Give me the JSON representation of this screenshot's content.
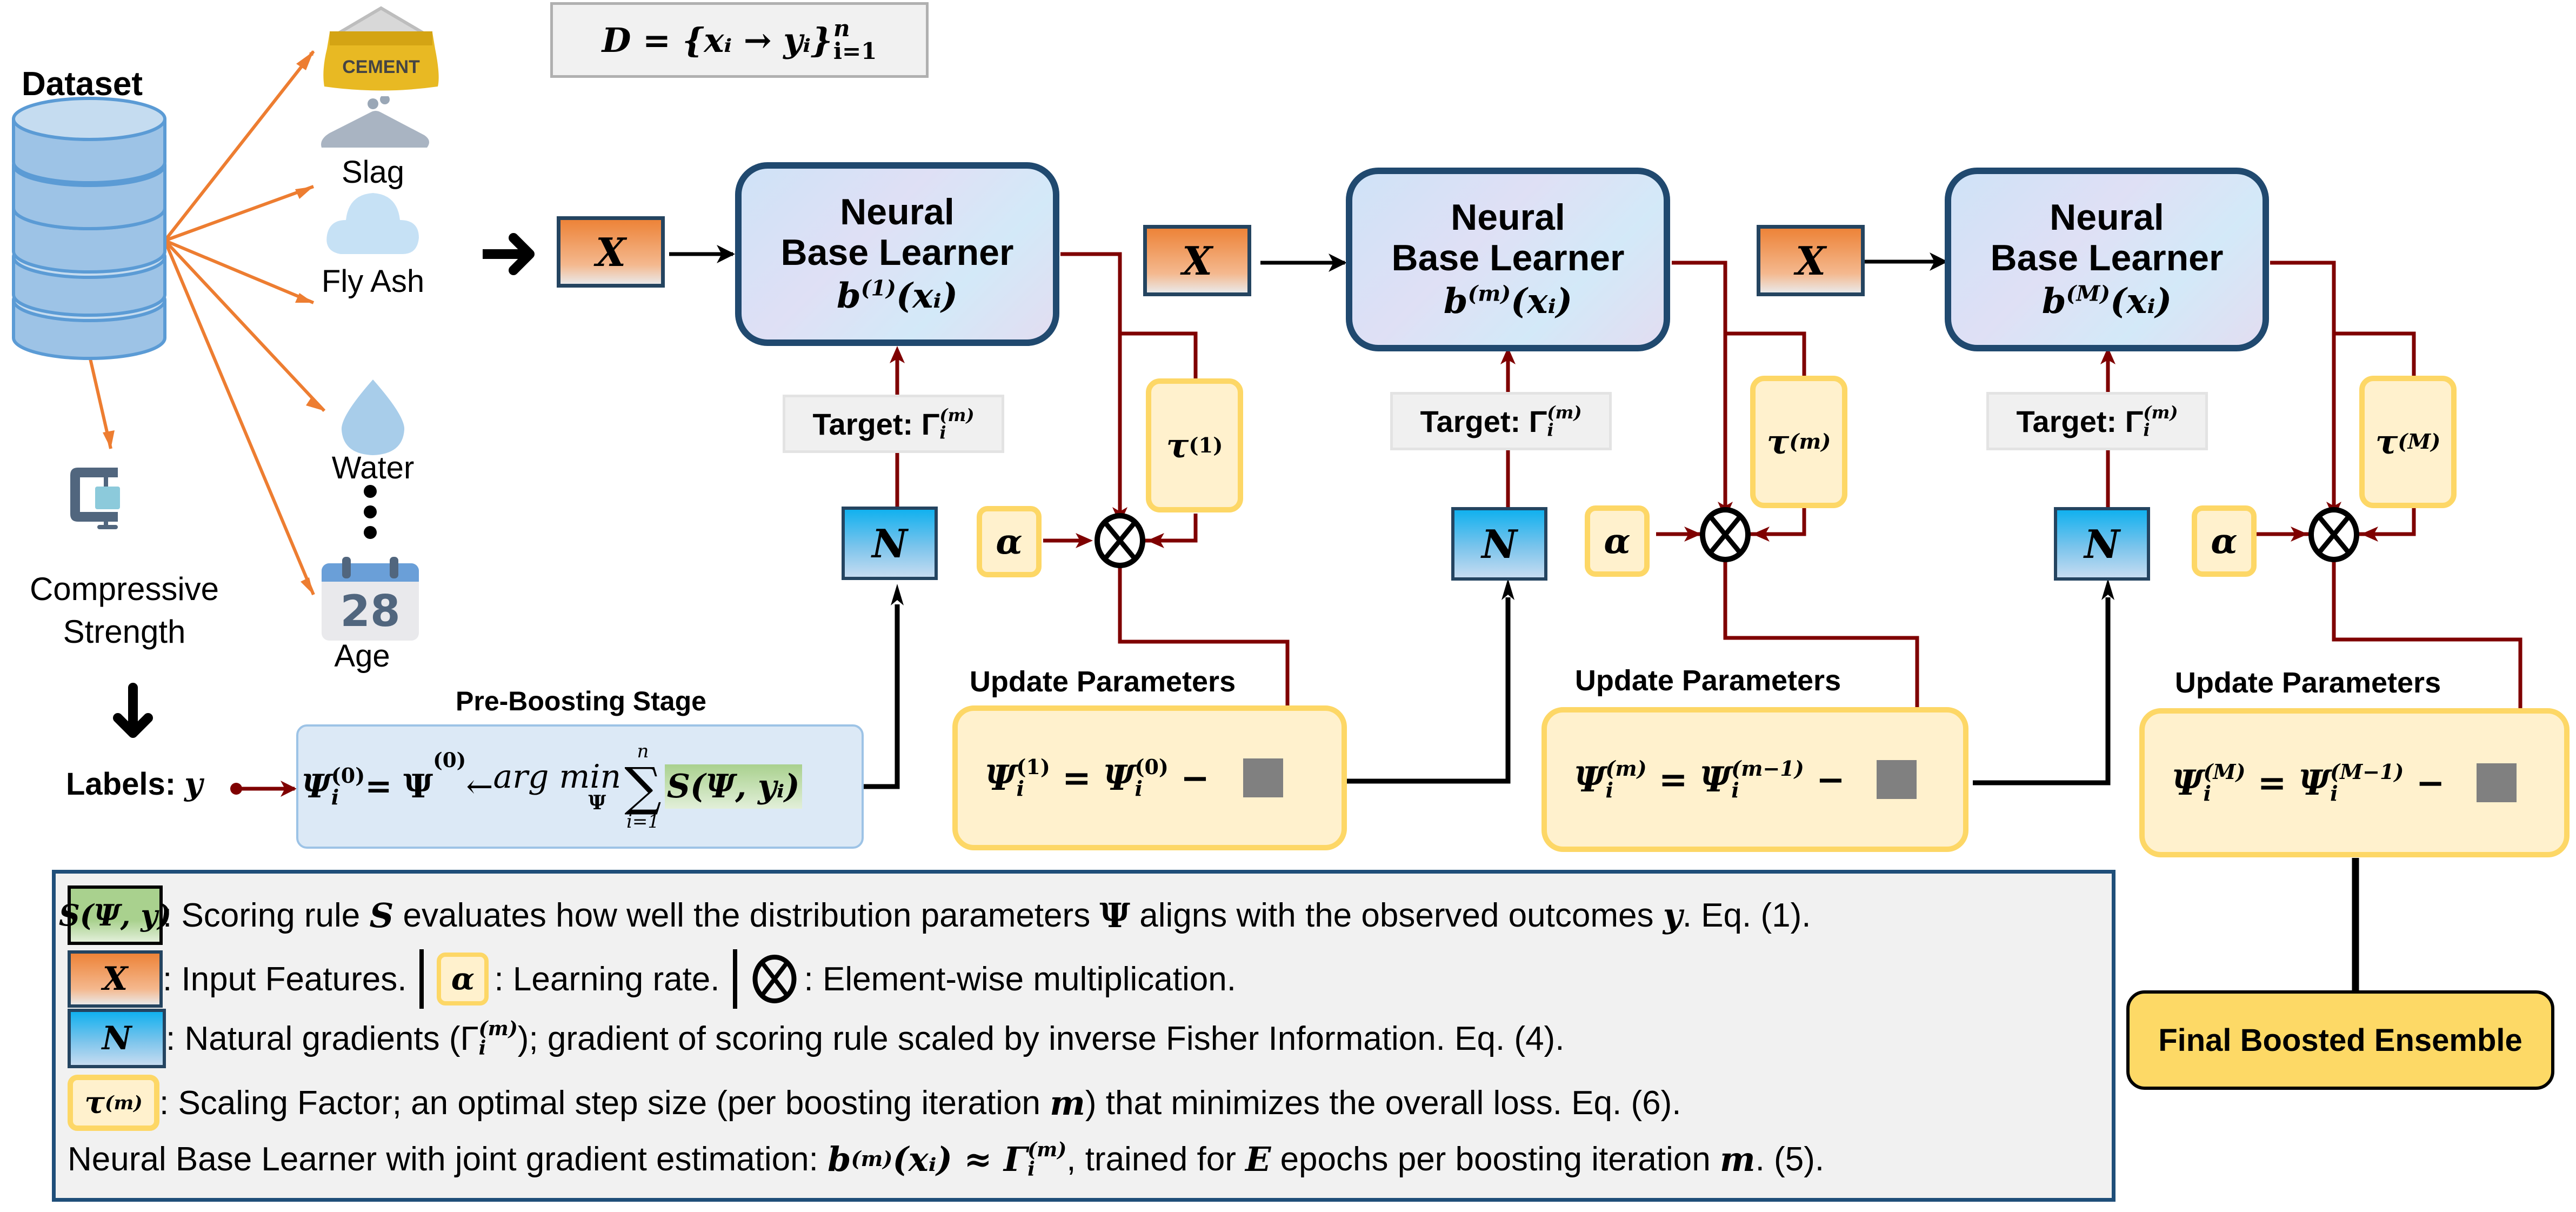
{
  "dataset": {
    "title": "Dataset",
    "equation": "D = {xᵢ → yᵢ}",
    "equation_sup": "n",
    "equation_sub": "i=1"
  },
  "features": [
    {
      "name": "Cement",
      "icon": "cement-bag-icon",
      "label": "",
      "icon_text": "CEMENT"
    },
    {
      "name": "Slag",
      "icon": "slag-pile-icon",
      "label": "Slag"
    },
    {
      "name": "Fly Ash",
      "icon": "cloud-icon",
      "label": "Fly Ash"
    },
    {
      "name": "Water",
      "icon": "water-drop-icon",
      "label": "Water"
    },
    {
      "name": "Age",
      "icon": "calendar-icon",
      "label": "Age",
      "icon_text": "28"
    }
  ],
  "target_output": {
    "label_line1": "Compressive",
    "label_line2": "Strength",
    "labels_text": "Labels: ",
    "labels_var": "y"
  },
  "pre_boosting": {
    "title": "Pre-Boosting Stage",
    "lhs": "Ψ",
    "lhs_sup": "(0)",
    "lhs_sub": "i",
    "eq1": " = Ψ",
    "eq1_sup": "(0)",
    "arrow": " ← ",
    "argmin": "arg min",
    "argmin_sub": "Ψ",
    "sum": "∑",
    "sum_sup": "n",
    "sum_sub": "i=1",
    "score": "S(Ψ, yᵢ)"
  },
  "stages": [
    {
      "input": "X",
      "learner_line1": "Neural",
      "learner_line2": "Base Learner",
      "learner_fn": "b",
      "learner_sup": "(1)",
      "learner_arg": "(xᵢ)",
      "target_label": "Target: Γ",
      "target_sub": "i",
      "target_sup": "(m)",
      "tau": "τ",
      "tau_sup": "(1)",
      "alpha": "α",
      "natural_grad": "N",
      "update_title": "Update Parameters",
      "update_lhs_sup": "(1)",
      "update_rhs_sup": "(0)"
    },
    {
      "input": "X",
      "learner_line1": "Neural",
      "learner_line2": "Base Learner",
      "learner_fn": "b",
      "learner_sup": "(m)",
      "learner_arg": "(xᵢ)",
      "target_label": "Target: Γ",
      "target_sub": "i",
      "target_sup": "(m)",
      "tau": "τ",
      "tau_sup": "(m)",
      "alpha": "α",
      "natural_grad": "N",
      "update_title": "Update Parameters",
      "update_lhs_sup": "(m)",
      "update_rhs_sup": "(m−1)"
    },
    {
      "input": "X",
      "learner_line1": "Neural",
      "learner_line2": "Base Learner",
      "learner_fn": "b",
      "learner_sup": "(M)",
      "learner_arg": "(xᵢ)",
      "target_label": "Target: Γ",
      "target_sub": "i",
      "target_sup": "(m)",
      "tau": "τ",
      "tau_sup": "(M)",
      "alpha": "α",
      "natural_grad": "N",
      "update_title": "Update Parameters",
      "update_lhs_sup": "(M)",
      "update_rhs_sup": "(M−1)"
    }
  ],
  "update_common": {
    "psi": "Ψ",
    "sub": "i",
    "eq": " = ",
    "minus": " − "
  },
  "final": {
    "label": "Final Boosted Ensemble"
  },
  "legend": {
    "row1_symbol": "S(Ψ, y)",
    "row1_text_a": ": Scoring rule ",
    "row1_sym_s": "S",
    "row1_text_b": " evaluates how well the distribution parameters ",
    "row1_sym_psi": "Ψ",
    "row1_text_c": " aligns with the observed outcomes ",
    "row1_sym_y": "y",
    "row1_text_d": ". Eq. (1).",
    "row2_symbol_x": "X",
    "row2_text_x": ": Input Features.",
    "row2_symbol_a": "α",
    "row2_text_a": ": Learning rate.",
    "row2_text_o": ": Element-wise multiplication.",
    "row3_symbol": "N",
    "row3_text_a": ": Natural gradients (Γ",
    "row3_sub": "i",
    "row3_sup": "(m)",
    "row3_text_b": "); gradient of scoring rule scaled by inverse Fisher Information. Eq. (4).",
    "row4_symbol": "τ",
    "row4_symbol_sup": "(m)",
    "row4_text_a": ": Scaling Factor; an optimal step size (per boosting iteration ",
    "row4_sym_m": "m",
    "row4_text_b": ") that minimizes the overall loss. Eq. (6).",
    "row5_text_a": "Neural Base Learner with joint gradient estimation: ",
    "row5_fn": "b",
    "row5_fn_sup": "(m)",
    "row5_fn_arg": "(xᵢ) ≈ Γ",
    "row5_sub": "i",
    "row5_sup": "(m)",
    "row5_text_b": ", trained for ",
    "row5_sym_e": "E",
    "row5_text_c": " epochs per boosting iteration ",
    "row5_sym_m": "m",
    "row5_text_d": ". (5)."
  },
  "colors": {
    "wire_red": "#7f0000",
    "feature_arrow": "#ed7d31",
    "box_border_blue": "#1f4e79",
    "yellow_border": "#fdd766",
    "yellow_fill": "#fff1cd",
    "final_fill": "#fdd966",
    "legend_bg": "#f1f1f1",
    "pre_box_bg": "#dce9f6"
  }
}
